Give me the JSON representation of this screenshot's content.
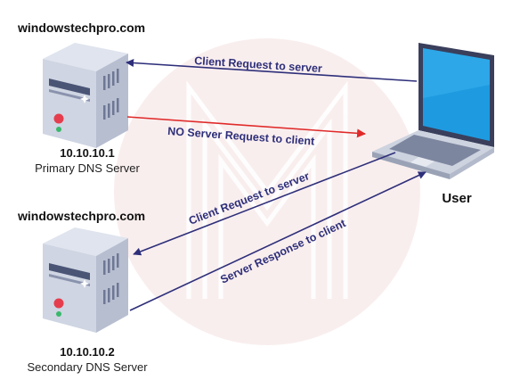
{
  "primary_server": {
    "domain": "windowstechpro.com",
    "ip": "10.10.10.1",
    "role": "Primary DNS Server"
  },
  "secondary_server": {
    "domain": "windowstechpro.com",
    "ip": "10.10.10.2",
    "role": "Secondary DNS Server"
  },
  "user": {
    "label": "User"
  },
  "arrows": {
    "request_primary": "Client Request to server",
    "no_response_primary": "NO Server Request to client",
    "request_secondary": "Client Request to server",
    "response_secondary": "Server Response to client"
  },
  "colors": {
    "request_arrow": "#2e2f7a",
    "failure_arrow": "#e02a2a",
    "watermark": "#f7e9e9"
  },
  "icons": {
    "server": "server-tower-icon",
    "client": "laptop-icon"
  }
}
